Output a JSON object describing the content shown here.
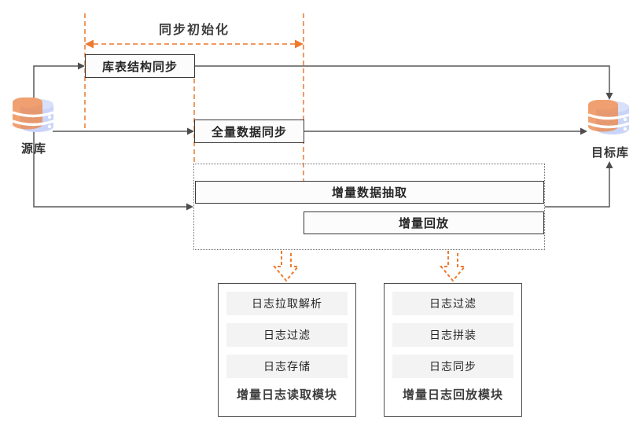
{
  "sync_init": {
    "label": "同步初始化"
  },
  "source_db": {
    "label": "源库"
  },
  "target_db": {
    "label": "目标库"
  },
  "boxes": {
    "schema_sync": "库表结构同步",
    "full_data_sync": "全量数据同步",
    "incremental_extract": "增量数据抽取",
    "incremental_replay": "增量回放"
  },
  "modules": [
    {
      "label": "增量日志读取模块",
      "steps": [
        "日志拉取解析",
        "日志过滤",
        "日志存储"
      ]
    },
    {
      "label": "增量日志回放模块",
      "steps": [
        "日志过滤",
        "日志拼装",
        "日志同步"
      ]
    }
  ],
  "colors": {
    "accent_orange": "#ED7B2F",
    "dash_orange": "#F09A62",
    "line_gray": "#595959",
    "arrow_gray": "#4d4d4d",
    "db_blue": "#C9D4F8",
    "db_orange": "#ED8A4E",
    "box_border": "#383838"
  }
}
